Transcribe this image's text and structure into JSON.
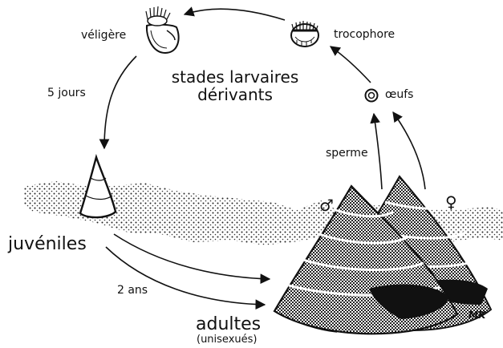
{
  "labels": {
    "veligere": "véligère",
    "trocophore": "trocophore",
    "stades_line1": "stades larvaires",
    "stades_line2": "dérivants",
    "oeufs": "œufs",
    "cinq_jours": "5 jours",
    "sperme": "sperme",
    "male_symbol": "♂",
    "female_symbol": "♀",
    "juveniles": "juvéniles",
    "deux_ans": "2 ans",
    "adultes": "adultes",
    "unisexues": "(unisexués)",
    "signature": "MK"
  }
}
